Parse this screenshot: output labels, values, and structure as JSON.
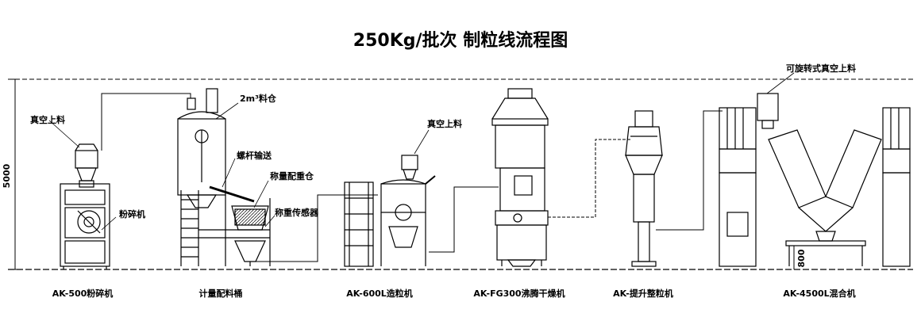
{
  "title": "250Kg/批次 制粒线流程图",
  "dimension_height": "5000",
  "dimension_base": "800",
  "stations": [
    {
      "caption": "AK-500粉碎机"
    },
    {
      "caption": "计量配料桶"
    },
    {
      "caption": "AK-600L造粒机"
    },
    {
      "caption": "AK-FG300沸腾干燥机"
    },
    {
      "caption": "AK-提升整粒机"
    },
    {
      "caption": "AK-4500L混合机"
    }
  ],
  "callouts": {
    "vacuum_feed_1": "真空上料",
    "crusher": "粉碎机",
    "hopper_2m3": "2m³料仓",
    "screw_conveyor": "螺杆输送",
    "weighing_bin": "称量配重仓",
    "weighing_sensor": "称重传感器",
    "vacuum_feed_2": "真空上料",
    "rotary_vacuum_feed": "可旋转式真空上料"
  }
}
